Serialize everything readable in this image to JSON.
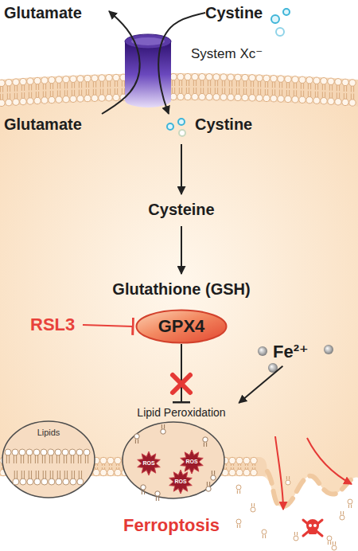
{
  "diagram": {
    "nodes": [
      {
        "text": [
          "Glutamate"
        ]
      },
      {
        "text": [
          "Cystine"
        ]
      },
      {
        "text": [
          "System Xc⁻"
        ]
      },
      {
        "text": [
          "Glutamate"
        ]
      },
      {
        "text": [
          "Cystine"
        ]
      },
      {
        "text": [
          "Cysteine"
        ]
      },
      {
        "text": [
          "Glutathione (GSH)"
        ]
      },
      {
        "text": [
          "RSL3"
        ]
      },
      {
        "text": [
          "GPX4"
        ]
      },
      {
        "text": [
          "Fe²⁺"
        ]
      },
      {
        "text": [
          "Lipid Peroxidation"
        ]
      },
      {
        "text": [
          "Lipids"
        ]
      },
      {
        "text": [
          "ROS"
        ]
      },
      {
        "text": [
          "ROS"
        ]
      },
      {
        "text": [
          "ROS"
        ]
      }
    ],
    "edges": [
      {
        "from": 3,
        "to": 0,
        "arrow": "to"
      },
      {
        "from": 1,
        "to": 4,
        "arrow": "to"
      },
      {
        "from": 4,
        "to": 5,
        "arrow": "to"
      },
      {
        "from": 5,
        "to": 6,
        "arrow": "to"
      },
      {
        "from": 7,
        "to": 8,
        "arrow": "to"
      },
      {
        "from": 8,
        "to": 10,
        "arrow": "to"
      },
      {
        "from": 9,
        "to": 10,
        "arrow": "to"
      }
    ],
    "labels": [
      "Ferroptosis"
    ]
  }
}
